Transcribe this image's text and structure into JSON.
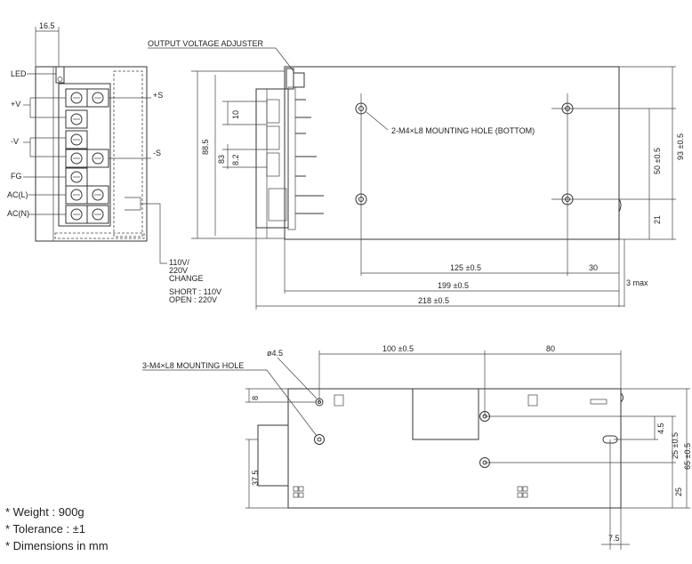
{
  "labels": {
    "output_voltage_adjuster": "OUTPUT VOLTAGE ADJUSTER",
    "mounting_hole_bottom": "2-M4×L8 MOUNTING HOLE (BOTTOM)",
    "mounting_hole_side": "3-M4×L8 MOUNTING HOLE",
    "change_line1": "110V/",
    "change_line2": "220V",
    "change_line3": "CHANGE",
    "short": "SHORT : 110V",
    "open": "OPEN : 220V"
  },
  "terminals": {
    "led": "LED",
    "pos_v": "+V",
    "neg_v": "-V",
    "fg": "FG",
    "ac_l": "AC(L)",
    "ac_n": "AC(N)",
    "pos_s": "+S",
    "neg_s": "-S"
  },
  "dimensions": {
    "front_width": "16.5",
    "height_88": "88.5",
    "height_83": "83",
    "pitch_10": "10",
    "pitch_8": "8.2",
    "hole_125": "125 ±0.5",
    "hole_30": "30",
    "len_199": "199 ±0.5",
    "len_218": "218 ±0.5",
    "max_3": "3 max",
    "hole_50": "50 ±0.5",
    "height_93": "93 ±0.5",
    "edge_21": "21",
    "dia": "ø4.5",
    "side_100": "100 ±0.5",
    "side_80": "80",
    "side_8": "8",
    "side_37": "37.5",
    "side_4": "4.5",
    "side_25a": "25 ±0.5",
    "side_65": "65 ±0.5",
    "side_25b": "25",
    "side_7": "7.5"
  },
  "notes": {
    "weight": "* Weight : 900g",
    "tolerance": "* Tolerance : ±1",
    "units": "* Dimensions in mm"
  }
}
